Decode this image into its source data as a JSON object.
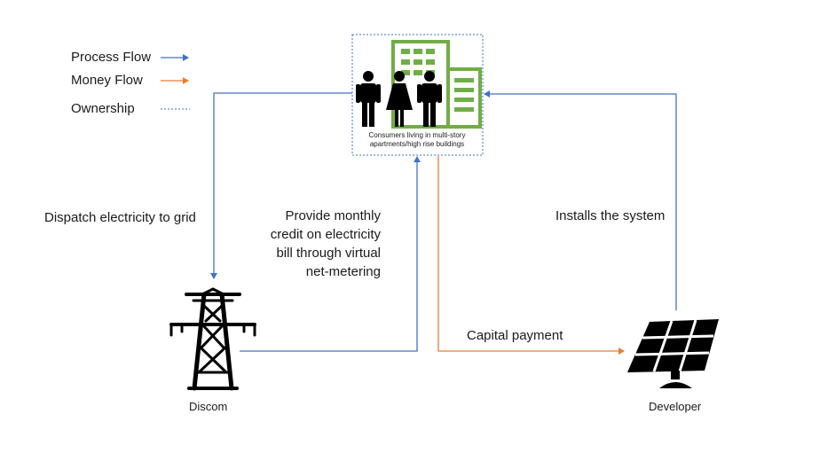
{
  "legend": {
    "process_flow": "Process Flow",
    "money_flow": "Money Flow",
    "ownership": "Ownership"
  },
  "colors": {
    "process": "#4472c4",
    "money": "#ed7d31",
    "building": "#70ad47",
    "icon": "#000000"
  },
  "nodes": {
    "consumers": {
      "caption_line1": "Consumers living in multi-story",
      "caption_line2": "apartments/high rise buildings",
      "icon": "people-and-building-icon"
    },
    "discom": {
      "label": "Discom",
      "icon": "transmission-tower-icon"
    },
    "developer": {
      "label": "Developer",
      "icon": "solar-panel-icon"
    }
  },
  "flows": {
    "dispatch": "Dispatch electricity to grid",
    "credit_line1": "Provide monthly",
    "credit_line2": "credit on electricity",
    "credit_line3": "bill through virtual",
    "credit_line4": "net-metering",
    "installs": "Installs the system",
    "capital": "Capital payment"
  }
}
